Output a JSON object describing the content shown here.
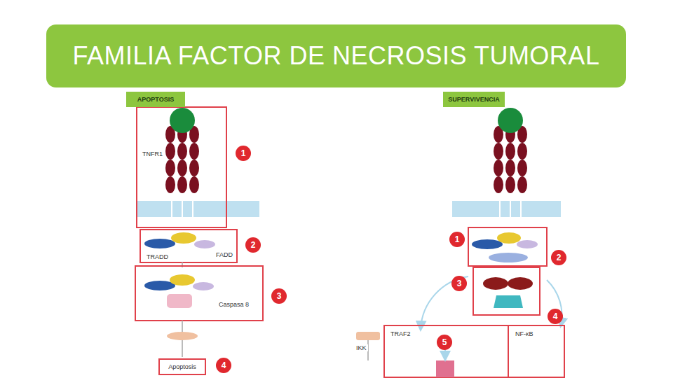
{
  "diagram": {
    "title": "FAMILIA FACTOR DE NECROSIS TUMORAL",
    "nodes": [
      {
        "text": [
          "APOPTOSIS"
        ]
      },
      {
        "text": [
          "SUPERVIVENCIA"
        ]
      },
      {
        "text": [
          "Apoptosis"
        ]
      }
    ],
    "labels": [
      "1",
      "2",
      "3",
      "4",
      "1",
      "2",
      "3",
      "4",
      "5",
      "TNFR1",
      "TRADD",
      "FADD",
      "Caspasa 8",
      "TRAF2",
      "NF-κB",
      "IKK"
    ]
  }
}
